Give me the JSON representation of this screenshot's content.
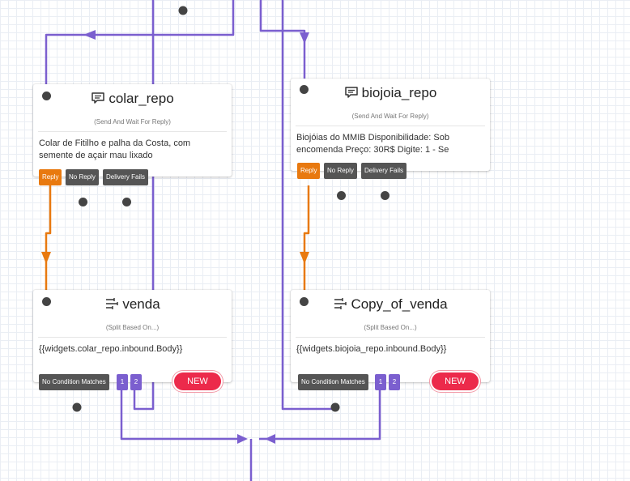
{
  "nodes": {
    "colar_repo": {
      "title": "colar_repo",
      "subtitle": "(Send And Wait For Reply)",
      "body": "Colar de Fitilho e palha da Costa, com semente de açair mau lixado",
      "tags": {
        "reply": "Reply",
        "no_reply": "No Reply",
        "delivery_fails": "Delivery Fails"
      }
    },
    "biojoia_repo": {
      "title": "biojoia_repo",
      "subtitle": "(Send And Wait For Reply)",
      "body": "Biojóias do MMIB Disponibilidade: Sob encomenda Preço: 30R$ Digite: 1 - Se",
      "tags": {
        "reply": "Reply",
        "no_reply": "No Reply",
        "delivery_fails": "Delivery Fails"
      }
    },
    "venda": {
      "title": "venda",
      "subtitle": "(Split Based On...)",
      "body": "{{widgets.colar_repo.inbound.Body}}",
      "tags": {
        "no_condition": "No Condition Matches",
        "one": "1",
        "two": "2"
      },
      "new_label": "NEW"
    },
    "copy_of_venda": {
      "title": "Copy_of_venda",
      "subtitle": "(Split Based On...)",
      "body": "{{widgets.biojoia_repo.inbound.Body}}",
      "tags": {
        "no_condition": "No Condition Matches",
        "one": "1",
        "two": "2"
      },
      "new_label": "NEW"
    }
  },
  "colors": {
    "wire_purple": "#7b5fcf",
    "wire_orange": "#e8790f",
    "reply_tag": "#e8790f",
    "new_button": "#ec2a4b"
  },
  "icons": {
    "message_widget": "chat-bubble-icon",
    "split_widget": "split-icon"
  }
}
